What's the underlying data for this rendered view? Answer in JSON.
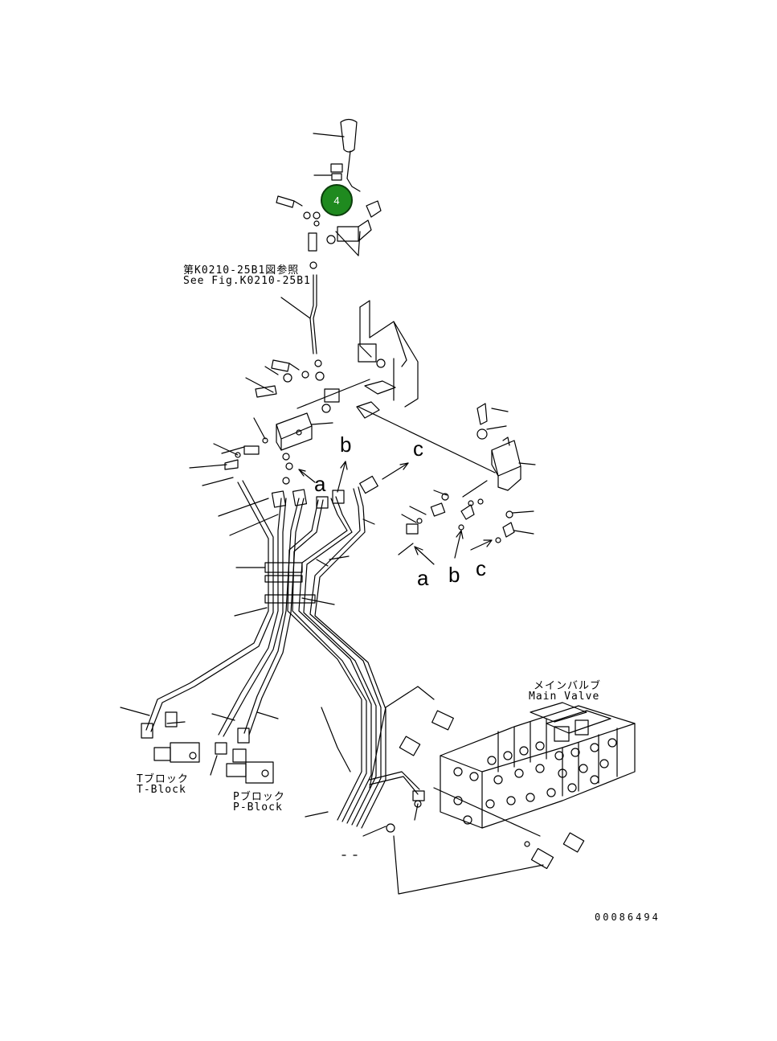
{
  "callout": {
    "number": "4",
    "color": "#1f8a1f"
  },
  "labels": {
    "ref_jp": "第K0210-25B1図参照",
    "ref_en": "See Fig.K0210-25B1",
    "main_valve_jp": "メインバルブ",
    "main_valve_en": "Main Valve",
    "t_block_jp": "Tブロック",
    "t_block_en": "T-Block",
    "p_block_jp": "Pブロック",
    "p_block_en": "P-Block",
    "conn_a_top": "a",
    "conn_b_top": "b",
    "conn_c_top": "c",
    "conn_a_bottom": "a",
    "conn_b_bottom": "b",
    "conn_c_bottom": "c",
    "drawing_number": "00086494"
  }
}
